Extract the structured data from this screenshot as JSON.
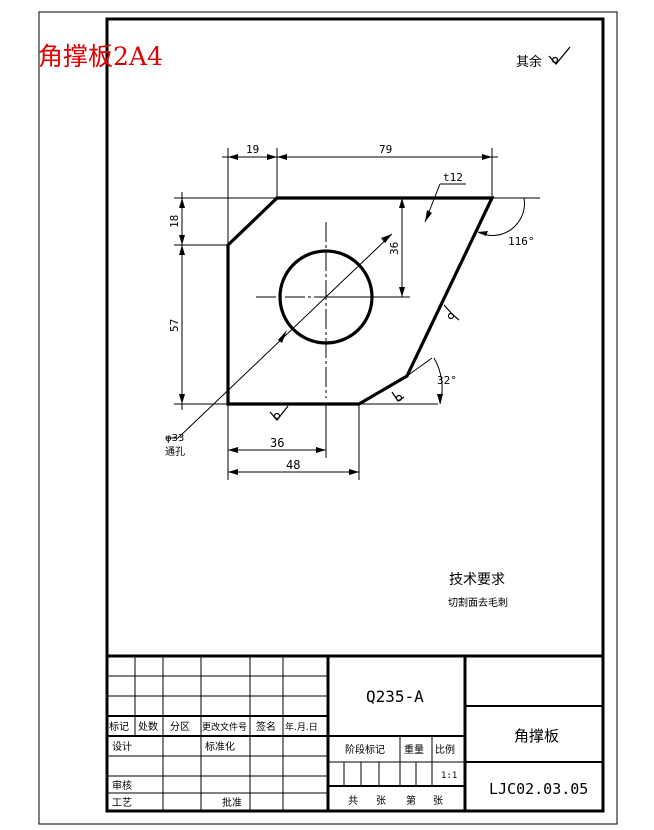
{
  "header_label": "角撑板2A4",
  "roughness_note": "其余",
  "dimensions": {
    "d19": "19",
    "d79": "79",
    "d18": "18",
    "d57": "57",
    "d36_vertical": "36",
    "d36_horizontal": "36",
    "d48": "48",
    "thickness": "t12",
    "angle_116": "116°",
    "angle_32": "32°",
    "hole_diameter": "φ33",
    "hole_note": "通孔"
  },
  "tech_requirements": {
    "title": "技术要求",
    "text": "切割面去毛刺"
  },
  "title_block": {
    "material": "Q235-A",
    "part_name": "角撑板",
    "drawing_number": "LJC02.03.05",
    "scale": "1:1",
    "labels": {
      "mark": "标记",
      "count": "处数",
      "zone": "分区",
      "change_doc": "更改文件号",
      "signature": "签名",
      "date": "年.月.日",
      "design": "设计",
      "standardization": "标准化",
      "review": "审核",
      "process": "工艺",
      "approve": "批准",
      "stage_mark": "阶段标记",
      "weight": "重量",
      "ratio": "比例",
      "total": "共",
      "sheets": "张",
      "sheet_no": "第",
      "sheets2": "张"
    }
  }
}
